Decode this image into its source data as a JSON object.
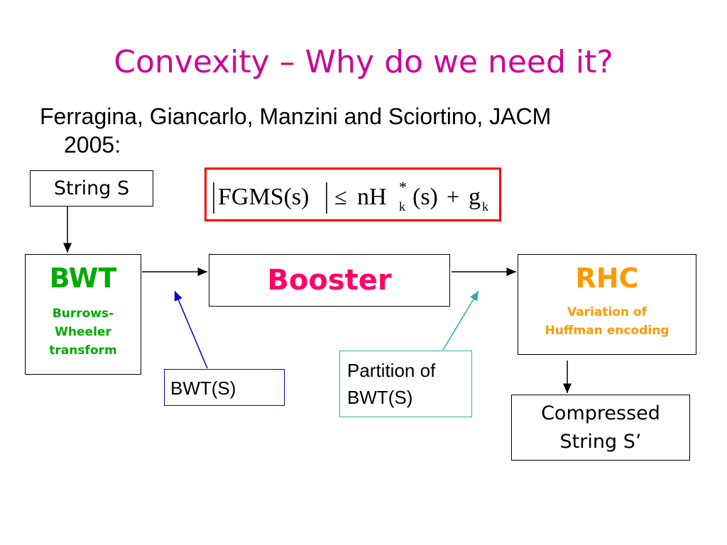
{
  "slide": {
    "title": "Convexity – Why do we need it?",
    "citation_line1": "Ferragina, Giancarlo, Manzini and Sciortino, JACM",
    "citation_line2": "2005:"
  },
  "formula": {
    "lhs": "FGMS(s)",
    "leq": "≤",
    "n": "nH",
    "superscript": "*",
    "subscript_k": "k",
    "arg": "(s)",
    "plus": "+",
    "g": "g",
    "subscript_g": "k"
  },
  "nodes": {
    "string_s": "String S",
    "bwt_title": "BWT",
    "bwt_sub1": "Burrows-",
    "bwt_sub2": "Wheeler",
    "bwt_sub3": "transform",
    "booster": "Booster",
    "rhc_title": "RHC",
    "rhc_sub1": "Variation of",
    "rhc_sub2": "Huffman encoding",
    "compressed_line1": "Compressed",
    "compressed_line2": "String S’",
    "bwt_s": "BWT(S)",
    "partition_line1": "Partition of",
    "partition_line2": "BWT(S)"
  },
  "colors": {
    "title": "#cc0099",
    "bwt": "#00aa00",
    "booster": "#ff0066",
    "rhc": "#ff9900",
    "formula_border": "#ff0000",
    "bwts_border": "#0000cc",
    "partition_border": "#33aaaa"
  }
}
